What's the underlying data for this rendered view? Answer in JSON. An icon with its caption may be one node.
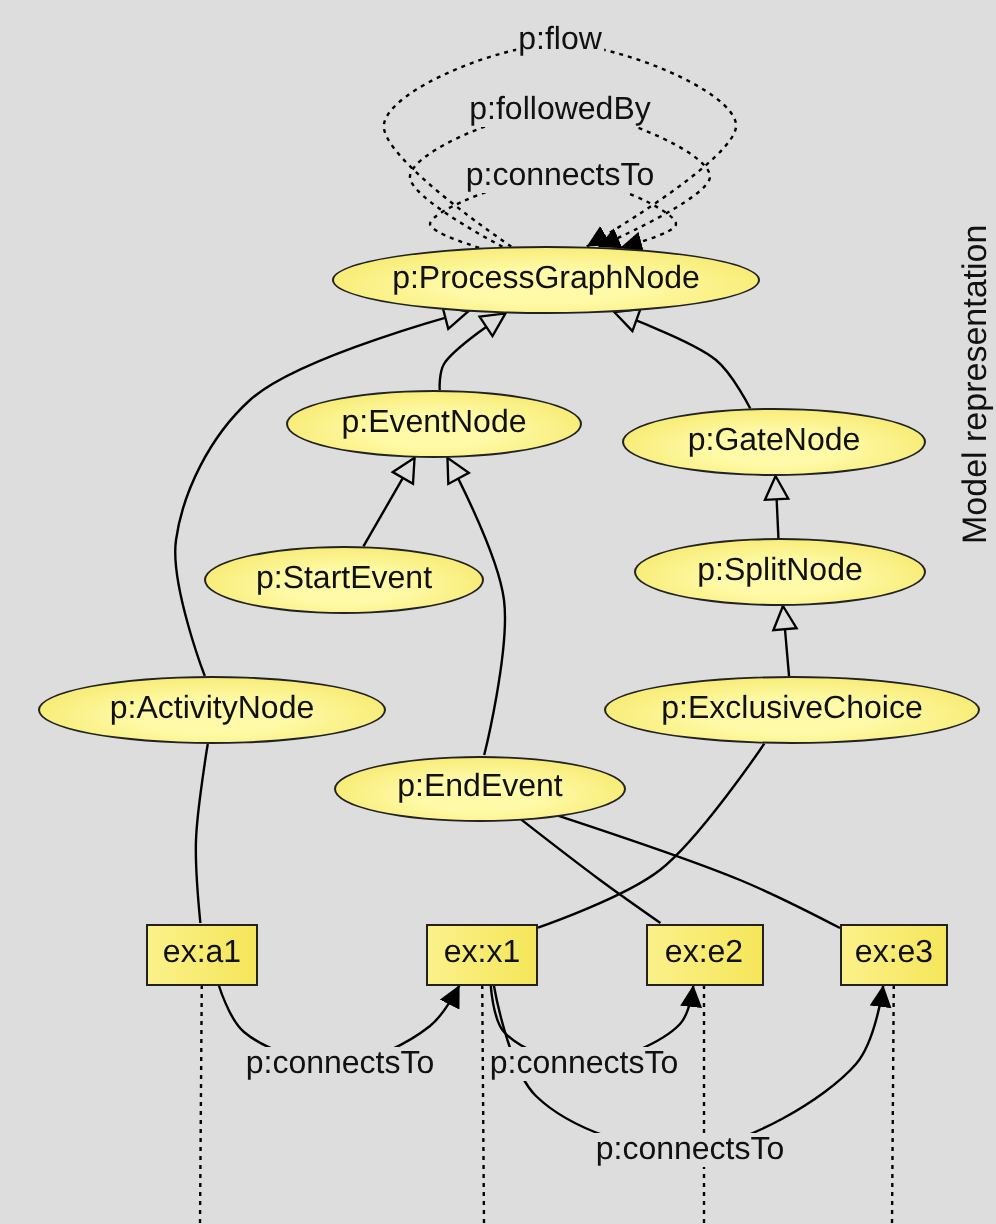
{
  "diagram": {
    "nodes": [
      {
        "text": [
          "p:ProcessGraphNode"
        ]
      },
      {
        "text": [
          "p:EventNode"
        ]
      },
      {
        "text": [
          "p:GateNode"
        ]
      },
      {
        "text": [
          "p:StartEvent"
        ]
      },
      {
        "text": [
          "p:SplitNode"
        ]
      },
      {
        "text": [
          "p:ActivityNode"
        ]
      },
      {
        "text": [
          "p:ExclusiveChoice"
        ]
      },
      {
        "text": [
          "p:EndEvent"
        ]
      },
      {
        "text": [
          "ex:a1"
        ]
      },
      {
        "text": [
          "ex:x1"
        ]
      },
      {
        "text": [
          "ex:e2"
        ]
      },
      {
        "text": [
          "ex:e3"
        ]
      }
    ],
    "edges": [
      {
        "from": 0,
        "to": 0,
        "arrow": "to",
        "label": "p:flow",
        "style": "dashed"
      },
      {
        "from": 0,
        "to": 0,
        "arrow": "to",
        "label": "p:followedBy",
        "style": "dashed"
      },
      {
        "from": 0,
        "to": 0,
        "arrow": "to",
        "label": "p:connectsTo",
        "style": "dashed"
      },
      {
        "from": 1,
        "to": 0,
        "arrow": "to"
      },
      {
        "from": 2,
        "to": 0,
        "arrow": "to"
      },
      {
        "from": 5,
        "to": 0,
        "arrow": "to"
      },
      {
        "from": 3,
        "to": 1,
        "arrow": "to"
      },
      {
        "from": 7,
        "to": 1,
        "arrow": "to"
      },
      {
        "from": 4,
        "to": 2,
        "arrow": "to"
      },
      {
        "from": 6,
        "to": 4,
        "arrow": "to"
      },
      {
        "from": 8,
        "to": 5,
        "arrow": "none"
      },
      {
        "from": 9,
        "to": 6,
        "arrow": "none"
      },
      {
        "from": 10,
        "to": 7,
        "arrow": "none"
      },
      {
        "from": 11,
        "to": 7,
        "arrow": "none"
      },
      {
        "from": 8,
        "to": 9,
        "arrow": "to",
        "label": "p:connectsTo"
      },
      {
        "from": 9,
        "to": 10,
        "arrow": "to",
        "label": "p:connectsTo"
      },
      {
        "from": 9,
        "to": 11,
        "arrow": "to",
        "label": "p:connectsTo"
      },
      {
        "from": 8,
        "to": null,
        "arrow": "none",
        "style": "dashed"
      },
      {
        "from": 9,
        "to": null,
        "arrow": "none",
        "style": "dashed"
      },
      {
        "from": 10,
        "to": null,
        "arrow": "none",
        "style": "dashed"
      },
      {
        "from": 11,
        "to": null,
        "arrow": "none",
        "style": "dashed"
      }
    ],
    "labels": [
      "Model representation"
    ]
  }
}
